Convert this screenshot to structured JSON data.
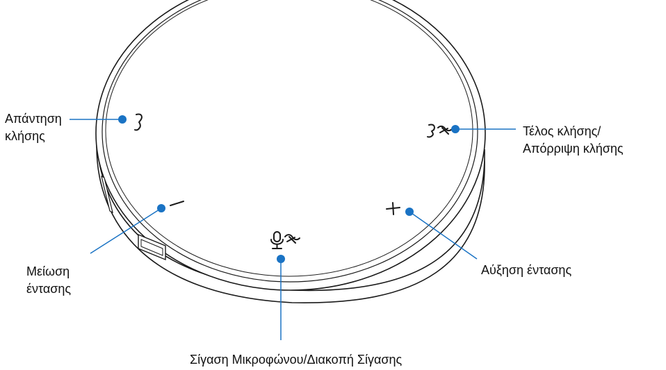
{
  "diagram": {
    "labels": {
      "answer_call": [
        "Απάντηση",
        "κλήσης"
      ],
      "end_call": [
        "Τέλος κλήσης/",
        "Απόρριψη κλήσης"
      ],
      "volume_down": [
        "Μείωση",
        "έντασης"
      ],
      "volume_up": [
        "Αύξηση έντασης"
      ],
      "mic_mute": [
        "Σίγαση Μικροφώνου/Διακοπή Σίγασης"
      ]
    },
    "colors": {
      "callout": "#1a73c4",
      "outline": "#1a1a1a",
      "text": "#111111"
    },
    "icons": {
      "answer": "phone-answer-icon",
      "end": "phone-end-icon",
      "volume_down": "minus-icon",
      "volume_up": "plus-icon",
      "mute": "mic-mute-icon"
    }
  }
}
